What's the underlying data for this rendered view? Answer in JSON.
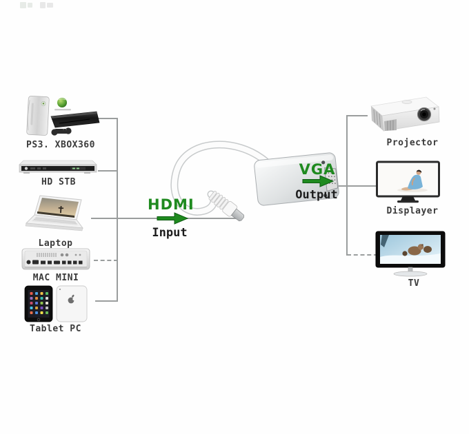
{
  "diagram": {
    "adapter": {
      "device": "hdmi-to-vga-adapter-cable",
      "input_label": "HDMI",
      "input_sublabel": "Input",
      "output_label": "VGA",
      "output_sublabel": "Output"
    },
    "sources": [
      {
        "label": "PS3. XBOX360",
        "icon": "game-consoles-icon"
      },
      {
        "label": "HD STB",
        "icon": "set-top-box-icon"
      },
      {
        "label": "Laptop",
        "icon": "laptop-icon"
      },
      {
        "label": "MAC MINI",
        "icon": "mac-mini-icon"
      },
      {
        "label": "Tablet PC",
        "icon": "tablet-icon"
      }
    ],
    "sinks": [
      {
        "label": "Projector",
        "icon": "projector-icon"
      },
      {
        "label": "Displayer",
        "icon": "monitor-icon"
      },
      {
        "label": "TV",
        "icon": "tv-icon"
      }
    ],
    "colors": {
      "accent_green": "#1f8a1f",
      "connector_gray": "#9a9d9d",
      "label_text": "#3b3b3b",
      "background": "#fefefe"
    }
  }
}
